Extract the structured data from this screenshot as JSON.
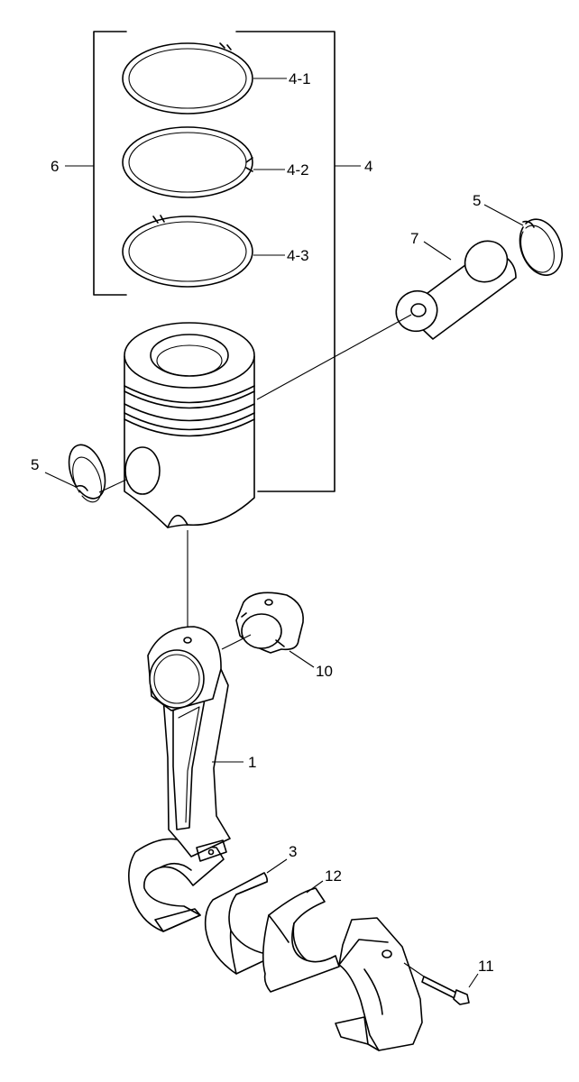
{
  "labels": {
    "ring_set": "6",
    "top_ring": "4-1",
    "second_ring": "4-2",
    "oil_ring": "4-3",
    "piston_assembly": "4",
    "snap_ring_right": "5",
    "piston_pin": "7",
    "snap_ring_left": "5",
    "small_end_bushing": "10",
    "connecting_rod": "1",
    "upper_bearing": "3",
    "lower_bearing": "12",
    "rod_bolt": "11"
  },
  "colors": {
    "line": "#000000",
    "background": "#ffffff"
  }
}
